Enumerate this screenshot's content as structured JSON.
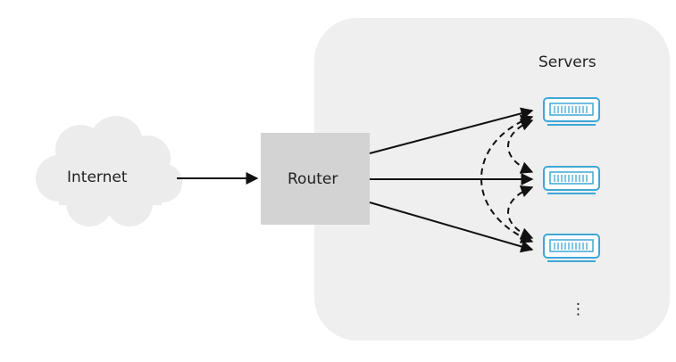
{
  "diagram": {
    "internet": {
      "label": "Internet"
    },
    "router": {
      "label": "Router"
    },
    "servers": {
      "title": "Servers",
      "count_shown": 3,
      "more_indicator": "⋮"
    }
  },
  "colors": {
    "background": "#ffffff",
    "server_panel": "#efefef",
    "router_box": "#d3d3d3",
    "cloud": "#ececec",
    "server_icon": "#3fa7d6",
    "arrow": "#111111"
  }
}
